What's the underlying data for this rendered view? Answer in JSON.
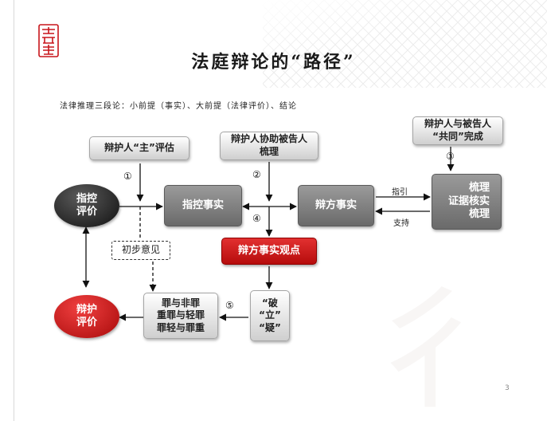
{
  "slide": {
    "title": "法庭辩论的“路径”",
    "subtitle": "法律推理三段论：小前提（事实）、大前提（法律评价）、结论",
    "page_number": "3",
    "logo_icon": "seal-logo-icon",
    "watermark_icon": "brush-character-watermark-icon",
    "accent_color": "#c8151b"
  },
  "nodes": {
    "defender_main": "辩护人“主”评估",
    "defender_assist": [
      "辩护人协助被告人",
      "梳理"
    ],
    "joint": [
      "辩护人与被告人",
      "“共同”完成"
    ],
    "prosecution_eval": [
      "指控",
      "评价"
    ],
    "prosecution_facts": "指控事实",
    "defense_facts": "辩方事实",
    "evidence": [
      "梳理",
      "证据核实",
      "梳理"
    ],
    "preliminary": "初步意见",
    "defense_view": "辩方事实观点",
    "break_stand": [
      "“破",
      "“立”",
      "“疑”"
    ],
    "crime_list": [
      "罪与非罪",
      "重罪与轻罪",
      "罪轻与罪重"
    ],
    "defense_eval": [
      "辩护",
      "评价"
    ]
  },
  "markers": {
    "m1": "①",
    "m2": "②",
    "m3": "③",
    "m4": "④",
    "m5": "⑤"
  },
  "edge_labels": {
    "guide": "指引",
    "support": "支持"
  }
}
